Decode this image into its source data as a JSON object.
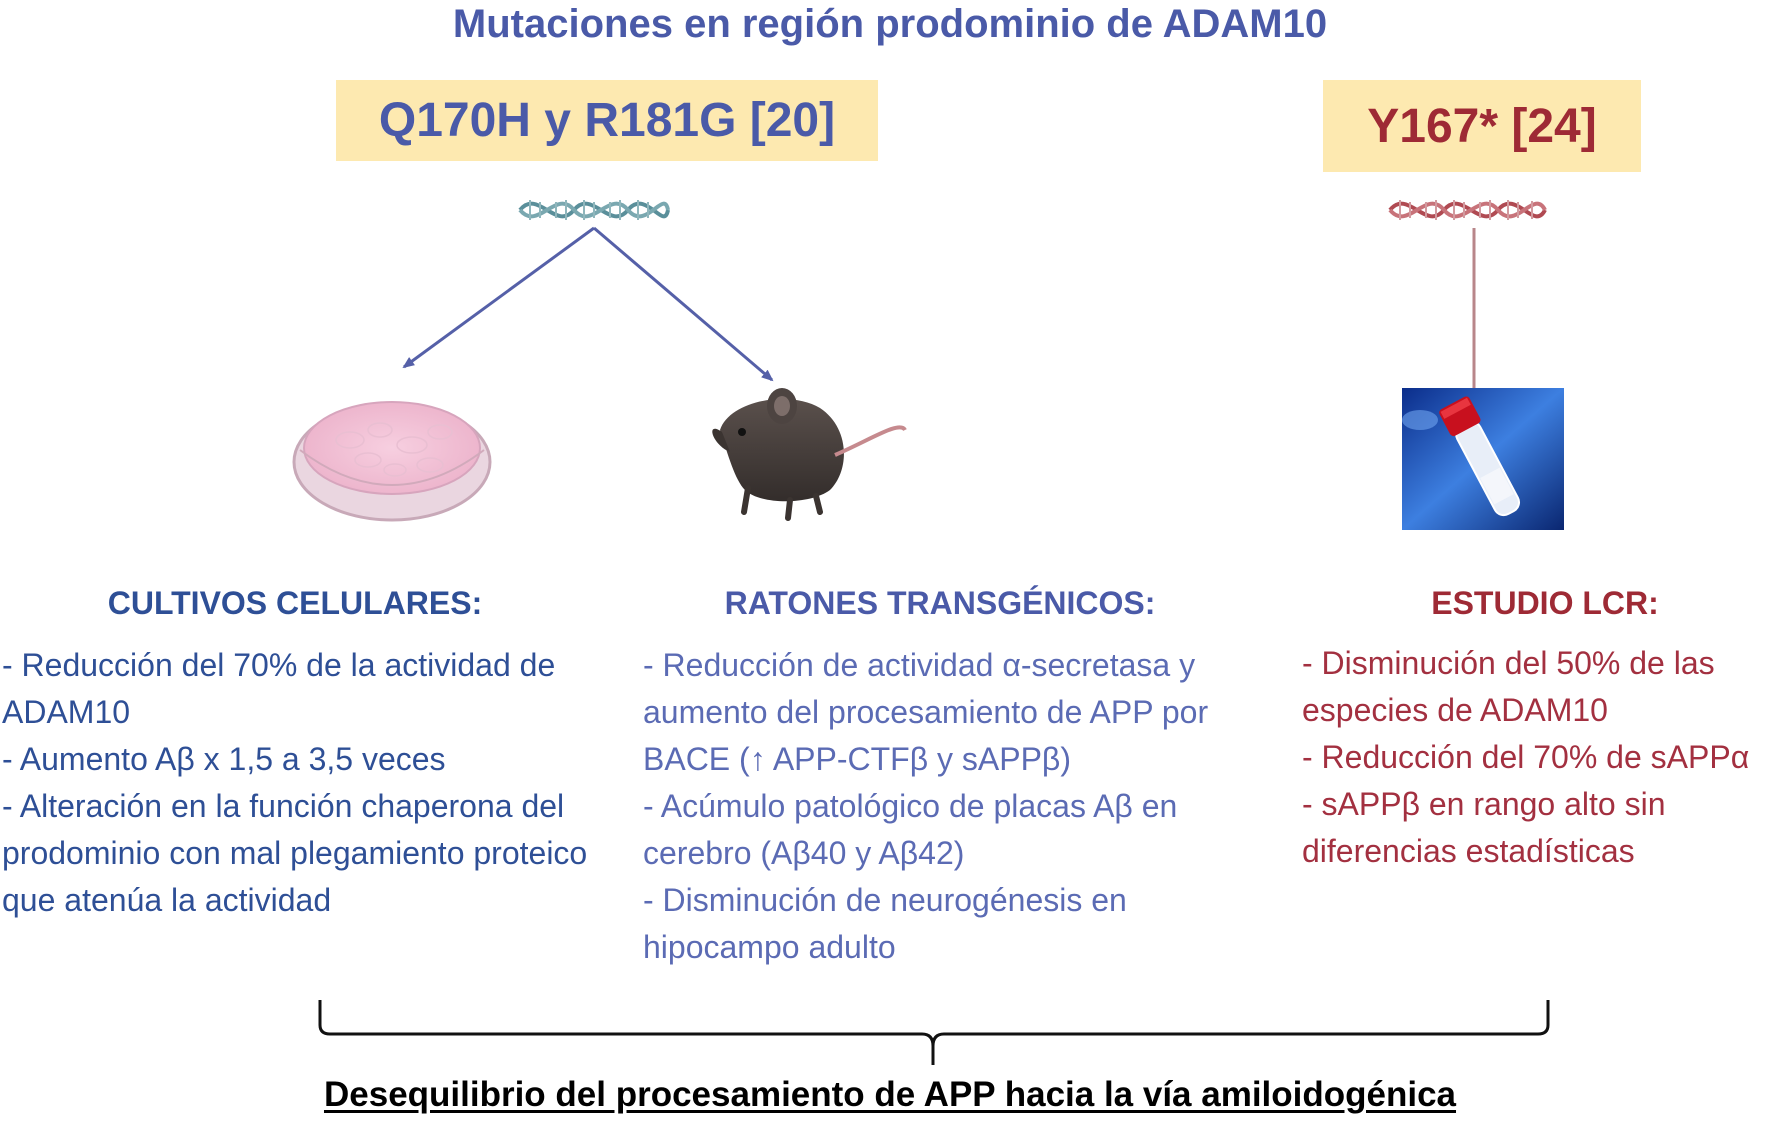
{
  "title": "Mutaciones en región prodominio de ADAM10",
  "left_group": {
    "label": "Q170H y R181G [20]",
    "cell_culture": {
      "heading": "CULTIVOS CELULARES:",
      "items": [
        "- Reducción del 70% de la actividad de ADAM10",
        "- Aumento Aβ x 1,5 a 3,5 veces",
        "- Alteración en la función chaperona del prodominio con mal plegamiento proteico que atenúa la actividad"
      ]
    },
    "transgenic_mice": {
      "heading": "RATONES TRANSGÉNICOS:",
      "items": [
        "- Reducción de actividad α-secretasa y aumento del procesamiento de APP por BACE (↑ APP-CTFβ y sAPPβ)",
        "- Acúmulo patológico de placas Aβ en cerebro (Aβ40 y Aβ42)",
        "- Disminución de neurogénesis en hipocampo adulto"
      ]
    }
  },
  "right_group": {
    "label": "Y167* [24]",
    "csf_study": {
      "heading": "ESTUDIO LCR:",
      "items": [
        "- Disminución del 50% de las especies de ADAM10",
        "- Reducción del 70% de sAPPα",
        "- sAPPβ en rango alto sin diferencias estadísticas"
      ]
    }
  },
  "conclusion": "Desequilibrio del procesamiento de APP hacia la vía amiloidogénica",
  "colors": {
    "title": "#4a5aa8",
    "label_box": "#fde9b0",
    "blue_text": "#2e4f96",
    "red_text": "#9e2a35",
    "dna_left": "#5a8f9a",
    "dna_right": "#b04a52"
  },
  "icons": [
    "dna-icon",
    "petri-dish-icon",
    "mouse-icon",
    "blood-test-tube-icon"
  ]
}
